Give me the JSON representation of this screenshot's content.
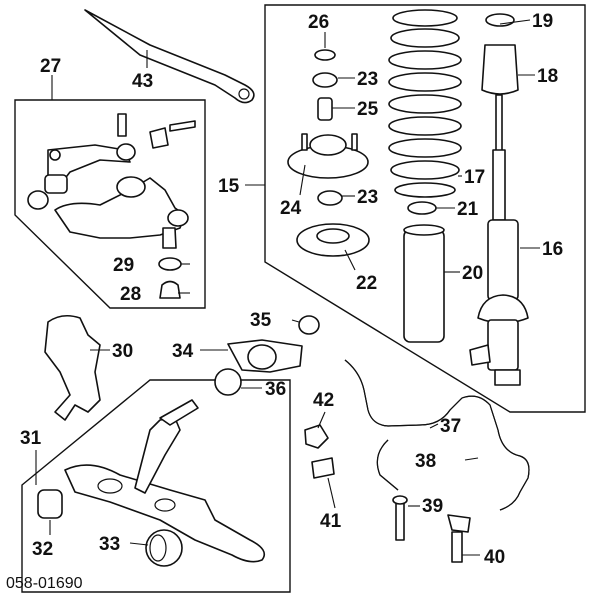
{
  "diagram_code": "058-01690",
  "callouts": {
    "c15": "15",
    "c16": "16",
    "c17": "17",
    "c18": "18",
    "c19": "19",
    "c20": "20",
    "c21": "21",
    "c22": "22",
    "c23a": "23",
    "c23b": "23",
    "c24": "24",
    "c25": "25",
    "c26": "26",
    "c27": "27",
    "c28": "28",
    "c29": "29",
    "c30": "30",
    "c31": "31",
    "c32": "32",
    "c33": "33",
    "c34": "34",
    "c35": "35",
    "c36": "36",
    "c37": "37",
    "c38": "38",
    "c39": "39",
    "c40": "40",
    "c41": "41",
    "c42": "42",
    "c43": "43"
  }
}
